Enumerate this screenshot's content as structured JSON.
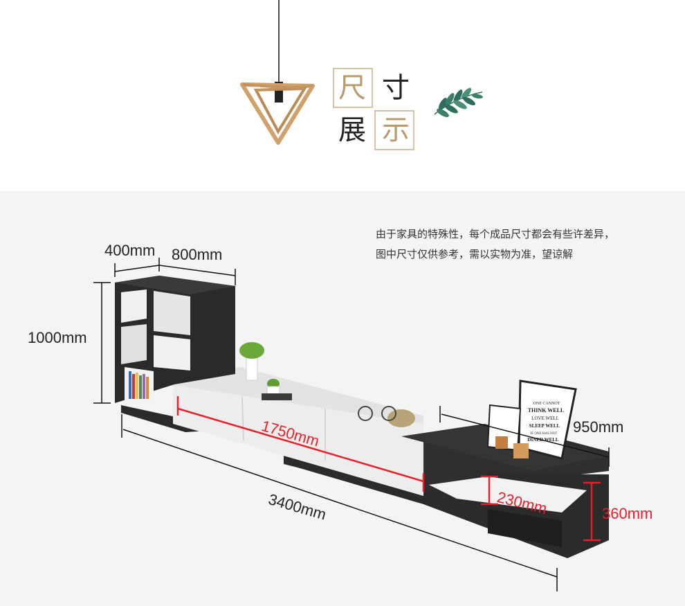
{
  "header": {
    "title_chars": [
      "尺",
      "寸",
      "展",
      "示"
    ]
  },
  "note": {
    "line1": "由于家具的特殊性，每个成品尺寸都会有些许差异，",
    "line2": "图中尺寸仅供参考，需以实物为准，望谅解"
  },
  "dimensions": {
    "depth": "400mm",
    "cabinet_width": "800mm",
    "height": "1000mm",
    "middle_length": "1750mm",
    "total_length": "3400mm",
    "right_depth": "950mm",
    "inner_height": "230mm",
    "right_height": "360mm"
  },
  "colors": {
    "accent_gold": "#b89a6c",
    "dimension_red": "#e8202a",
    "cabinet_dark": "#2b2b2b",
    "cabinet_white": "#ececec"
  },
  "poster": {
    "lines": [
      "ONE CANNOT",
      "THINK WELL",
      "LOVE WELL",
      "SLEEP WELL",
      "IF ONE HAS NOT",
      "DINED WELL"
    ]
  }
}
